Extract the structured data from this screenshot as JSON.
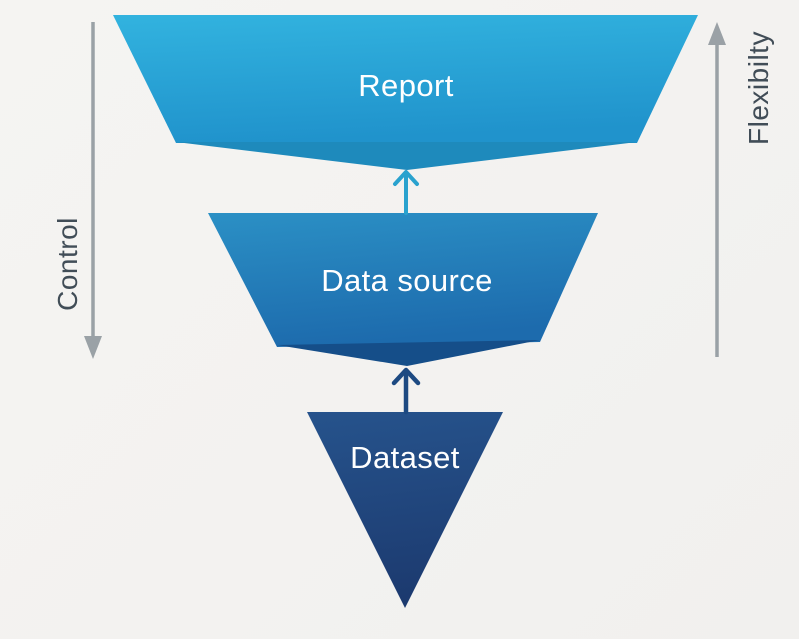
{
  "diagram": {
    "title_implicit": "Looker Studio data model funnel",
    "layers": [
      {
        "label": "Report"
      },
      {
        "label": "Data source"
      },
      {
        "label": "Dataset"
      }
    ],
    "axes": {
      "left": {
        "label": "Control",
        "direction": "down"
      },
      "right": {
        "label": "Flexibilty",
        "direction": "up"
      }
    },
    "colors": {
      "background": "#f4f3f1",
      "report_top": "#32b3df",
      "report_bottom": "#2093cc",
      "report_fold": "#1e8abc",
      "source_top": "#2b90c5",
      "source_bottom": "#1d6bad",
      "source_fold": "#154e89",
      "dataset_top": "#26538c",
      "dataset_bottom": "#1c3a6f",
      "arrow_teal": "#2aa2ce",
      "arrow_navy": "#1d4a82",
      "axis_gray": "#9aa1a6",
      "axis_text": "#414d57",
      "layer_label_text": "#ffffff"
    }
  }
}
